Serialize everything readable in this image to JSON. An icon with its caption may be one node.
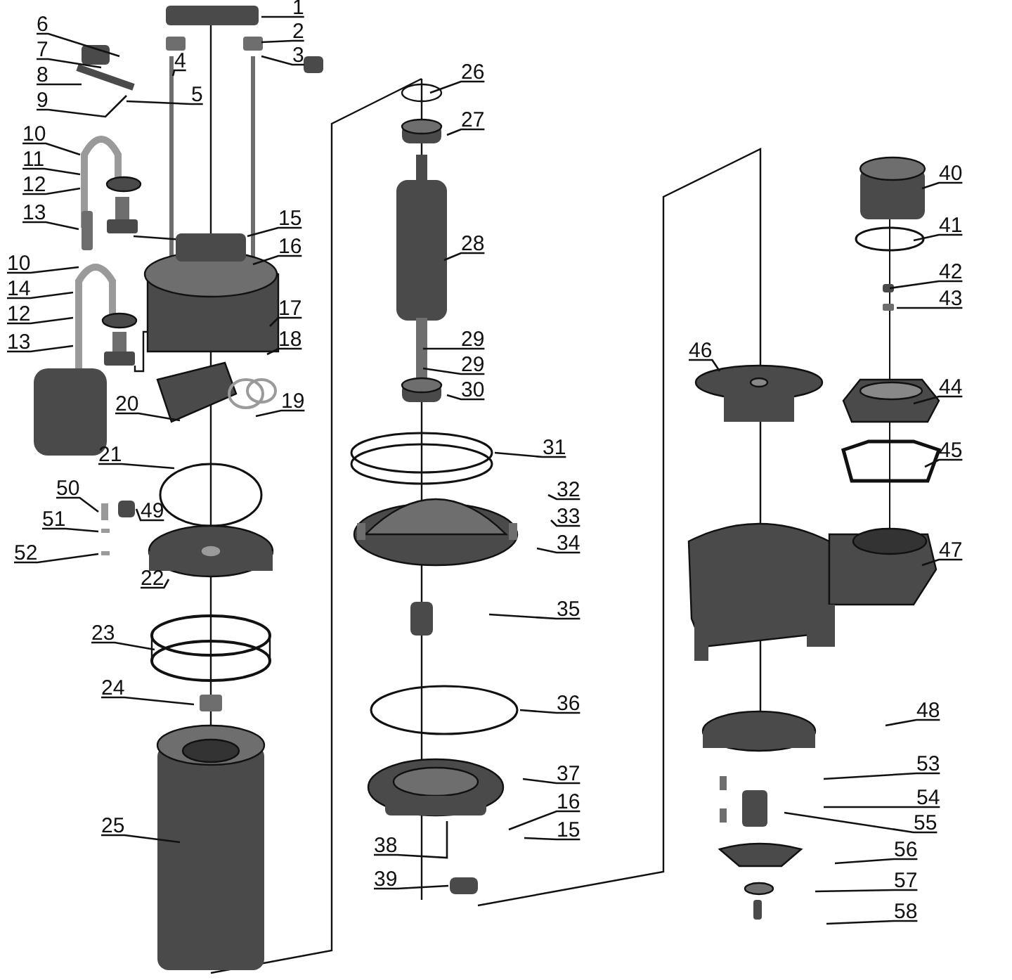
{
  "diagram": {
    "nodes": [
      {
        "text": [
          "1"
        ]
      },
      {
        "text": [
          "2"
        ]
      },
      {
        "text": [
          "3"
        ]
      },
      {
        "text": [
          "6"
        ]
      },
      {
        "text": [
          "7"
        ]
      },
      {
        "text": [
          "4"
        ]
      },
      {
        "text": [
          "8"
        ]
      },
      {
        "text": [
          "9"
        ]
      },
      {
        "text": [
          "5"
        ]
      },
      {
        "text": [
          "10"
        ]
      },
      {
        "text": [
          "11"
        ]
      },
      {
        "text": [
          "12"
        ]
      },
      {
        "text": [
          "13"
        ]
      },
      {
        "text": [
          "15"
        ]
      },
      {
        "text": [
          "16"
        ]
      },
      {
        "text": [
          "10"
        ]
      },
      {
        "text": [
          "14"
        ]
      },
      {
        "text": [
          "12"
        ]
      },
      {
        "text": [
          "17"
        ]
      },
      {
        "text": [
          "13"
        ]
      },
      {
        "text": [
          "18"
        ]
      },
      {
        "text": [
          "20"
        ]
      },
      {
        "text": [
          "19"
        ]
      },
      {
        "text": [
          "21"
        ]
      },
      {
        "text": [
          "50"
        ]
      },
      {
        "text": [
          "49"
        ]
      },
      {
        "text": [
          "51"
        ]
      },
      {
        "text": [
          "52"
        ]
      },
      {
        "text": [
          "22"
        ]
      },
      {
        "text": [
          "23"
        ]
      },
      {
        "text": [
          "24"
        ]
      },
      {
        "text": [
          "25"
        ]
      },
      {
        "text": [
          "26"
        ]
      },
      {
        "text": [
          "27"
        ]
      },
      {
        "text": [
          "28"
        ]
      },
      {
        "text": [
          "29"
        ]
      },
      {
        "text": [
          "29"
        ]
      },
      {
        "text": [
          "30"
        ]
      },
      {
        "text": [
          "31"
        ]
      },
      {
        "text": [
          "32"
        ]
      },
      {
        "text": [
          "33"
        ]
      },
      {
        "text": [
          "34"
        ]
      },
      {
        "text": [
          "35"
        ]
      },
      {
        "text": [
          "36"
        ]
      },
      {
        "text": [
          "37"
        ]
      },
      {
        "text": [
          "16"
        ]
      },
      {
        "text": [
          "15"
        ]
      },
      {
        "text": [
          "38"
        ]
      },
      {
        "text": [
          "39"
        ]
      },
      {
        "text": [
          "40"
        ]
      },
      {
        "text": [
          "41"
        ]
      },
      {
        "text": [
          "42"
        ]
      },
      {
        "text": [
          "43"
        ]
      },
      {
        "text": [
          "46"
        ]
      },
      {
        "text": [
          "44"
        ]
      },
      {
        "text": [
          "45"
        ]
      },
      {
        "text": [
          "47"
        ]
      },
      {
        "text": [
          "48"
        ]
      },
      {
        "text": [
          "53"
        ]
      },
      {
        "text": [
          "54"
        ]
      },
      {
        "text": [
          "55"
        ]
      },
      {
        "text": [
          "56"
        ]
      },
      {
        "text": [
          "57"
        ]
      },
      {
        "text": [
          "58"
        ]
      }
    ],
    "edges": [
      {
        "from": 0,
        "to": null,
        "arrow": "none"
      },
      {
        "from": 1,
        "to": null,
        "arrow": "none"
      },
      {
        "from": 2,
        "to": null,
        "arrow": "none"
      },
      {
        "from": 3,
        "to": null,
        "arrow": "none"
      },
      {
        "from": 4,
        "to": null,
        "arrow": "none"
      },
      {
        "from": 5,
        "to": null,
        "arrow": "none"
      },
      {
        "from": 6,
        "to": null,
        "arrow": "none"
      },
      {
        "from": 7,
        "to": null,
        "arrow": "none"
      },
      {
        "from": 8,
        "to": null,
        "arrow": "none"
      },
      {
        "from": 9,
        "to": null,
        "arrow": "none"
      },
      {
        "from": 10,
        "to": null,
        "arrow": "none"
      },
      {
        "from": 11,
        "to": null,
        "arrow": "none"
      },
      {
        "from": 12,
        "to": null,
        "arrow": "none"
      },
      {
        "from": 13,
        "to": null,
        "arrow": "none"
      },
      {
        "from": 14,
        "to": null,
        "arrow": "none"
      },
      {
        "from": 15,
        "to": null,
        "arrow": "none"
      },
      {
        "from": 16,
        "to": null,
        "arrow": "none"
      },
      {
        "from": 17,
        "to": null,
        "arrow": "none"
      },
      {
        "from": 18,
        "to": null,
        "arrow": "none"
      },
      {
        "from": 19,
        "to": null,
        "arrow": "none"
      },
      {
        "from": 20,
        "to": null,
        "arrow": "none"
      },
      {
        "from": 21,
        "to": null,
        "arrow": "none"
      },
      {
        "from": 22,
        "to": null,
        "arrow": "none"
      },
      {
        "from": 23,
        "to": null,
        "arrow": "none"
      },
      {
        "from": 24,
        "to": null,
        "arrow": "none"
      },
      {
        "from": 25,
        "to": null,
        "arrow": "none"
      },
      {
        "from": 26,
        "to": null,
        "arrow": "none"
      },
      {
        "from": 27,
        "to": null,
        "arrow": "none"
      },
      {
        "from": 28,
        "to": null,
        "arrow": "none"
      },
      {
        "from": 29,
        "to": null,
        "arrow": "none"
      },
      {
        "from": 30,
        "to": null,
        "arrow": "none"
      },
      {
        "from": 31,
        "to": null,
        "arrow": "none"
      },
      {
        "from": 32,
        "to": null,
        "arrow": "none"
      },
      {
        "from": 33,
        "to": null,
        "arrow": "none"
      },
      {
        "from": 34,
        "to": null,
        "arrow": "none"
      },
      {
        "from": 35,
        "to": null,
        "arrow": "none"
      },
      {
        "from": 36,
        "to": null,
        "arrow": "none"
      },
      {
        "from": 37,
        "to": null,
        "arrow": "none"
      },
      {
        "from": 38,
        "to": null,
        "arrow": "none"
      },
      {
        "from": 39,
        "to": null,
        "arrow": "none"
      },
      {
        "from": 40,
        "to": null,
        "arrow": "none"
      },
      {
        "from": 41,
        "to": null,
        "arrow": "none"
      },
      {
        "from": 42,
        "to": null,
        "arrow": "none"
      },
      {
        "from": 43,
        "to": null,
        "arrow": "none"
      },
      {
        "from": 44,
        "to": null,
        "arrow": "none"
      },
      {
        "from": 45,
        "to": null,
        "arrow": "none"
      },
      {
        "from": 46,
        "to": null,
        "arrow": "none"
      },
      {
        "from": 47,
        "to": null,
        "arrow": "none"
      },
      {
        "from": 48,
        "to": null,
        "arrow": "none"
      },
      {
        "from": 49,
        "to": null,
        "arrow": "none"
      },
      {
        "from": 50,
        "to": null,
        "arrow": "none"
      },
      {
        "from": 51,
        "to": null,
        "arrow": "none"
      },
      {
        "from": 52,
        "to": null,
        "arrow": "none"
      },
      {
        "from": 53,
        "to": null,
        "arrow": "none"
      },
      {
        "from": 54,
        "to": null,
        "arrow": "none"
      },
      {
        "from": 55,
        "to": null,
        "arrow": "none"
      },
      {
        "from": 56,
        "to": null,
        "arrow": "none"
      },
      {
        "from": 57,
        "to": null,
        "arrow": "none"
      },
      {
        "from": 58,
        "to": null,
        "arrow": "none"
      },
      {
        "from": 59,
        "to": null,
        "arrow": "none"
      },
      {
        "from": 60,
        "to": null,
        "arrow": "none"
      },
      {
        "from": 61,
        "to": null,
        "arrow": "none"
      },
      {
        "from": 62,
        "to": null,
        "arrow": "none"
      },
      {
        "from": 63,
        "to": null,
        "arrow": "none"
      }
    ]
  }
}
